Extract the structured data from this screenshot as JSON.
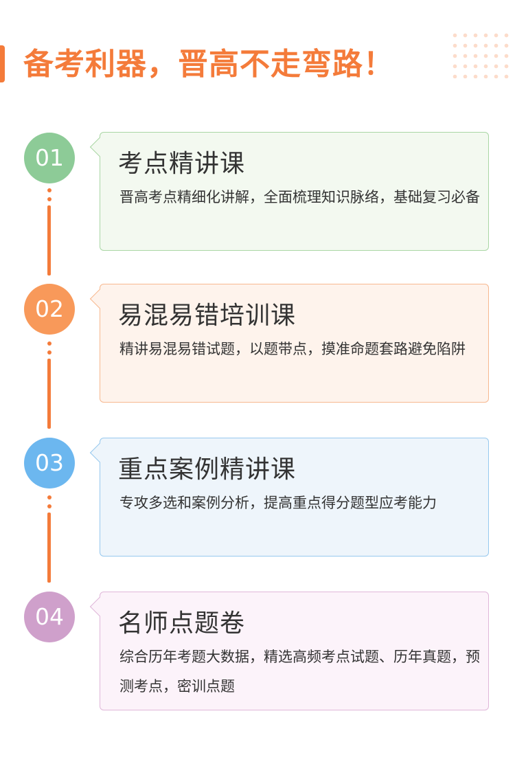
{
  "header": {
    "title": "备考利器，晋高不走弯路！"
  },
  "steps": [
    {
      "number": "01",
      "title": "考点精讲课",
      "description": "晋高考点精细化讲解，全面梳理知识脉络，基础复习必备",
      "badge_color": "#8dcb97",
      "card_bg": "#f3f9f0",
      "card_border": "#a9d6a4"
    },
    {
      "number": "02",
      "title": "易混易错培训课",
      "description": "精讲易混易错试题，以题带点，摸准命题套路避免陷阱",
      "badge_color": "#f8995a",
      "card_bg": "#fef3ec",
      "card_border": "#f7b88f"
    },
    {
      "number": "03",
      "title": "重点案例精讲课",
      "description": "专攻多选和案例分析，提高重点得分题型应考能力",
      "badge_color": "#6cb7ef",
      "card_bg": "#eef5fb",
      "card_border": "#96c8ee"
    },
    {
      "number": "04",
      "title": "名师点题卷",
      "description": "综合历年考题大数据，精选高频考点试题、历年真题，预测考点，密训点题",
      "badge_color": "#cfa0cb",
      "card_bg": "#fcf3fa",
      "card_border": "#dfb6d9"
    }
  ]
}
